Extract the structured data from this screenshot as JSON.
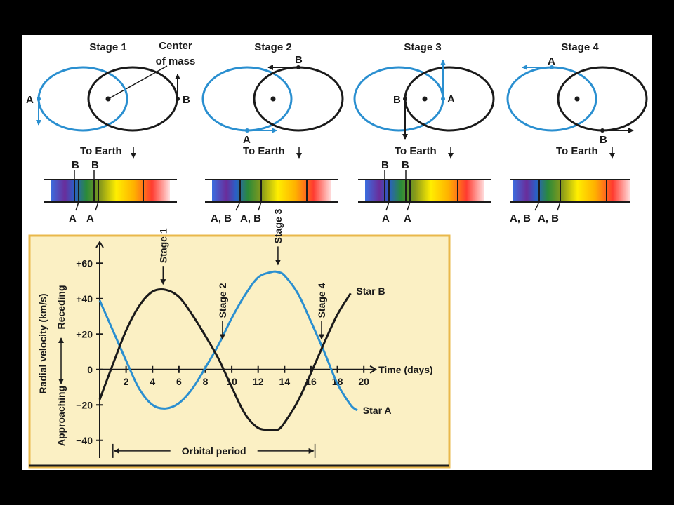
{
  "stages": [
    {
      "title": "Stage 1",
      "top_labels": [
        "B",
        "B"
      ],
      "bottom_labels": [
        "A",
        "A"
      ]
    },
    {
      "title": "Stage 2",
      "top_labels": [],
      "bottom_labels": [
        "A, B",
        "A, B"
      ]
    },
    {
      "title": "Stage 3",
      "top_labels": [
        "B",
        "B"
      ],
      "bottom_labels": [
        "A",
        "A"
      ]
    },
    {
      "title": "Stage 4",
      "top_labels": [],
      "bottom_labels": [
        "A, B",
        "A, B"
      ]
    }
  ],
  "center_of_mass_label": [
    "Center",
    "of mass"
  ],
  "to_earth_label": "To Earth",
  "star_a_letter": "A",
  "star_b_letter": "B",
  "colors": {
    "star_a": "#2a8fd0",
    "star_b": "#1a1a1a",
    "graph_bg": "#fbf0c4",
    "graph_border": "#e9b84b"
  },
  "chart_data": {
    "type": "line",
    "xlabel": "Time (days)",
    "ylabel": "Radial velocity (km/s)",
    "ylabel_receding": "Receding",
    "ylabel_approaching": "Approaching",
    "xlim": [
      0,
      21
    ],
    "ylim": [
      -50,
      72
    ],
    "xticks": [
      2,
      4,
      6,
      8,
      10,
      12,
      14,
      16,
      18,
      20
    ],
    "yticks": [
      -40,
      -20,
      0,
      20,
      40,
      60
    ],
    "ytick_labels": [
      "−40",
      "−20",
      "0",
      "+20",
      "+40",
      "+60"
    ],
    "series": [
      {
        "name": "Star A",
        "color": "#2a8fd0",
        "x": [
          0,
          1,
          2,
          3,
          4,
          5,
          6,
          7,
          8,
          9,
          10,
          11,
          12,
          13,
          13.5,
          14,
          15,
          16,
          17,
          18,
          19,
          19.5
        ],
        "y": [
          39,
          22,
          5,
          -11,
          -20,
          -22,
          -19,
          -11,
          1,
          14,
          29,
          42,
          52,
          55,
          55,
          53,
          43,
          27,
          10,
          -8,
          -20,
          -23
        ]
      },
      {
        "name": "Star B",
        "color": "#1a1a1a",
        "x": [
          0,
          1,
          2,
          3,
          4,
          5,
          6,
          7,
          8,
          9,
          10,
          11,
          12,
          13,
          13.5,
          14,
          15,
          16,
          17,
          18,
          19
        ],
        "y": [
          -17,
          3,
          22,
          36,
          44,
          45,
          41,
          31,
          19,
          6,
          -10,
          -25,
          -33,
          -34,
          -34,
          -30,
          -18,
          -2,
          15,
          31,
          43
        ]
      }
    ],
    "stage_markers": [
      {
        "label": "Stage 1",
        "x": 4.8
      },
      {
        "label": "Stage 2",
        "x": 9.3
      },
      {
        "label": "Stage 3",
        "x": 13.5
      },
      {
        "label": "Stage 4",
        "x": 16.8
      }
    ],
    "period_label": "Orbital period",
    "period_range": [
      1,
      16.3
    ]
  }
}
